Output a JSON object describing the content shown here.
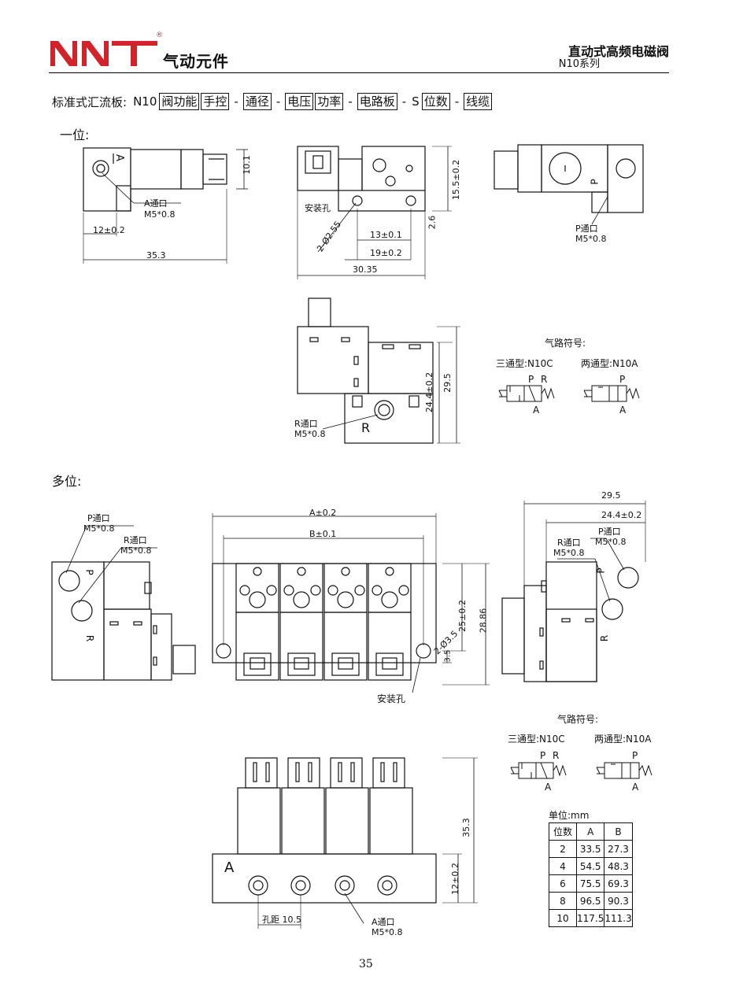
{
  "header": {
    "brand_logo": "NNT",
    "registered": "®",
    "brand_text": "气动元件",
    "title": "直动式高频电磁阀",
    "subtitle": "N10系列"
  },
  "code_line": {
    "label": "标准式汇流板:",
    "prefix": "N10",
    "parts": [
      "阀功能",
      "手控",
      "-",
      "通径",
      "-",
      "电压",
      "功率",
      "-",
      "电路板",
      "-",
      "S",
      "位数",
      "-",
      "线缆"
    ]
  },
  "single": {
    "section_label": "一位:",
    "view1": {
      "port_label": "A通口",
      "thread": "M5*0.8",
      "dim_height": "10.1",
      "dim_offset": "12±0.2",
      "dim_total": "35.3",
      "port_letter": "A"
    },
    "view2": {
      "mount_label": "安装孔",
      "hole_dim": "2-Ø2.55",
      "dim_13": "13±0.1",
      "dim_19": "19±0.2",
      "dim_total": "30.35",
      "dim_height": "15.5±0.2",
      "dim_26": "2.6"
    },
    "view3": {
      "port_label": "P通口",
      "thread": "M5*0.8",
      "port_letter": "P"
    },
    "view4": {
      "port_label": "R通口",
      "thread": "M5*0.8",
      "port_letter": "R",
      "dim_244": "24.4±0.2",
      "dim_295": "29.5"
    },
    "symbols": {
      "title": "气路符号:",
      "three_way": "三通型:N10C",
      "two_way": "两通型:N10A",
      "P": "P",
      "R": "R",
      "A": "A"
    }
  },
  "multi": {
    "section_label": "多位:",
    "left_view": {
      "p_label": "P通口",
      "p_thread": "M5*0.8",
      "r_label": "R通口",
      "r_thread": "M5*0.8",
      "P": "P",
      "R": "R"
    },
    "front_view": {
      "dim_A": "A±0.2",
      "dim_B": "B±0.1",
      "dim_25": "25±0.2",
      "dim_2886": "28.86",
      "hole_dim": "2-Ø3.5",
      "dim_35": "3.5",
      "mount_label": "安装孔"
    },
    "right_view": {
      "dim_295": "29.5",
      "dim_244": "24.4±0.2",
      "p_label": "P通口",
      "p_thread": "M5*0.8",
      "r_label": "R通口",
      "r_thread": "M5*0.8",
      "P": "P",
      "R": "R"
    },
    "top_view": {
      "port_letter": "A",
      "dim_353": "35.3",
      "dim_12": "12±0.2",
      "pitch": "孔距 10.5",
      "a_label": "A通口",
      "a_thread": "M5*0.8"
    },
    "symbols": {
      "title": "气路符号:",
      "three_way": "三通型:N10C",
      "two_way": "两通型:N10A",
      "P": "P",
      "R": "R",
      "A": "A"
    }
  },
  "unit_table": {
    "unit_label": "单位:mm",
    "headers": [
      "位数",
      "A",
      "B"
    ],
    "rows": [
      [
        "2",
        "33.5",
        "27.3"
      ],
      [
        "4",
        "54.5",
        "48.3"
      ],
      [
        "6",
        "75.5",
        "69.3"
      ],
      [
        "8",
        "96.5",
        "90.3"
      ],
      [
        "10",
        "117.5",
        "111.3"
      ]
    ]
  },
  "page_number": "35",
  "colors": {
    "ink": "#111111",
    "brand_red": "#d2232a"
  }
}
